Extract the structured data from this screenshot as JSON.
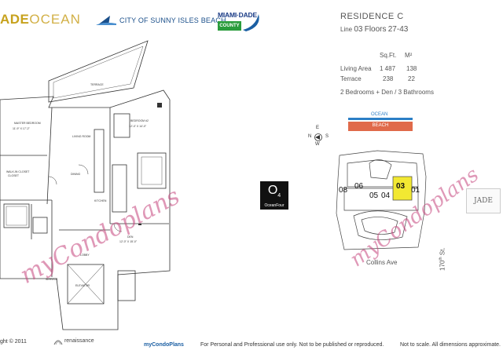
{
  "header": {
    "brand_prefix": "ADE",
    "brand_suffix": "OCEAN",
    "city": "CITY OF SUNNY ISLES BEACH",
    "md_top": "MIAMI·DADE",
    "md_bottom": "COUNTY"
  },
  "residence": {
    "title": "RESIDENCE C",
    "line_label": "Line",
    "line_value": "03",
    "floors_label": "Floors",
    "floors_value": "27-43",
    "col_sqft": "Sq.Ft.",
    "col_m2": "M²",
    "rows": [
      {
        "label": "Living Area",
        "sqft": "1 487",
        "m2": "138"
      },
      {
        "label": "Terrace",
        "sqft": "238",
        "m2": "22"
      }
    ],
    "rooms": "2 Bedrooms + Den / 3 Bathrooms"
  },
  "site": {
    "ocean": "OCEAN",
    "beach": "BEACH",
    "compass": {
      "n": "N",
      "s": "S",
      "e": "E",
      "w": "W"
    },
    "units": [
      "08",
      "06",
      "05",
      "04",
      "03",
      "01"
    ],
    "highlight_unit": "03",
    "collins": "Collins Ave",
    "street": "170",
    "street_sup": "th",
    "street_suffix": "St."
  },
  "floorplan": {
    "labels": {
      "terrace": "TERRACE",
      "master_bedroom": "MASTER BEDROOM",
      "master_dims": "11'-9\" X 17'-2\"",
      "living_room": "LIVING ROOM",
      "bedroom2": "BEDROOM #2",
      "bedroom2_dims": "12'-4\" X 14'-0\"",
      "walkin": "WALK-IN CLOSET",
      "closet": "CLOSET",
      "kitchen": "KITCHEN",
      "den": "DEN",
      "den_dims": "12'-0\" X 15'-0\"",
      "lobby": "LOBBY",
      "elevator": "ELEVATOR",
      "service": "SERVICE",
      "dining": "DINING"
    }
  },
  "o4": {
    "big": "O",
    "sub": "4",
    "small": "OceanFour"
  },
  "jade": "JADE",
  "footer": {
    "copyright": "ght © 2011",
    "renaissance": "renaissance",
    "mcp": "myCondoPlans",
    "personal": "For Personal and Professional use only.  Not to be published or reproduced.",
    "notscale": "Not to scale.  All dimensions approximate."
  },
  "watermark": "myCondoplans",
  "colors": {
    "brand_gold": "#c7a21d",
    "ocean_blue": "#2c7fc6",
    "beach_red": "#e06a4a",
    "highlight_yellow": "#f2e832",
    "watermark_pink": "#c6457d"
  }
}
